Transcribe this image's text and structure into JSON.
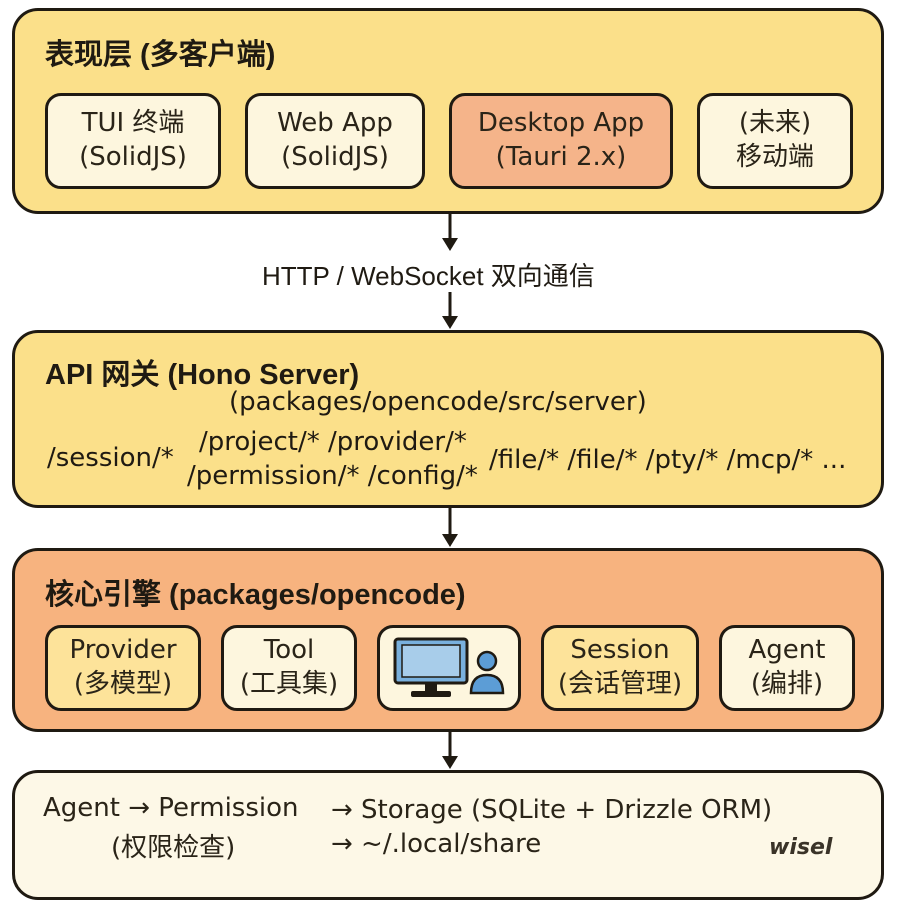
{
  "colors": {
    "outline": "#1f1a12",
    "layer_yellow": "#fbe08a",
    "layer_orange": "#f7b37f",
    "box_cream": "#fdf6de",
    "box_orange": "#f5b48a",
    "box_yellow": "#fde39a",
    "layer_bottom": "#fdf8e7",
    "monitor_blue": "#79b0dd",
    "user_blue": "#5c9dd6"
  },
  "presentation": {
    "title": "表现层 (多客户端)",
    "clients": [
      {
        "line1": "TUI 终端",
        "line2": "(SolidJS)"
      },
      {
        "line1": "Web App",
        "line2": "(SolidJS)"
      },
      {
        "line1": "Desktop App",
        "line2": "(Tauri 2.x)"
      },
      {
        "line1": "(未来)",
        "line2": "移动端"
      }
    ]
  },
  "transport_label": "HTTP / WebSocket 双向通信",
  "gateway": {
    "title": "API 网关 (Hono Server)",
    "path": "(packages/opencode/src/server)",
    "routes": {
      "session": "/session/*",
      "project_provider": "/project/* /provider/*",
      "permission_config": "/permission/* /config/*",
      "tail": "/file/* /file/* /pty/* /mcp/* ..."
    }
  },
  "core": {
    "title": "核心引擎 (packages/opencode)",
    "modules": [
      {
        "line1": "Provider",
        "line2": "(多模型)"
      },
      {
        "line1": "Tool",
        "line2": "(工具集)"
      },
      {
        "icon": "computer-user-icon"
      },
      {
        "line1": "Session",
        "line2": "(会话管理)"
      },
      {
        "line1": "Agent",
        "line2": "(编排)"
      }
    ]
  },
  "bottom": {
    "agent_permission": "Agent → Permission",
    "permission_cn": "(权限检查)",
    "storage": "→ Storage (SQLite + Drizzle ORM)",
    "local_share": "→ ~/.local/share",
    "watermark": "wisel"
  }
}
